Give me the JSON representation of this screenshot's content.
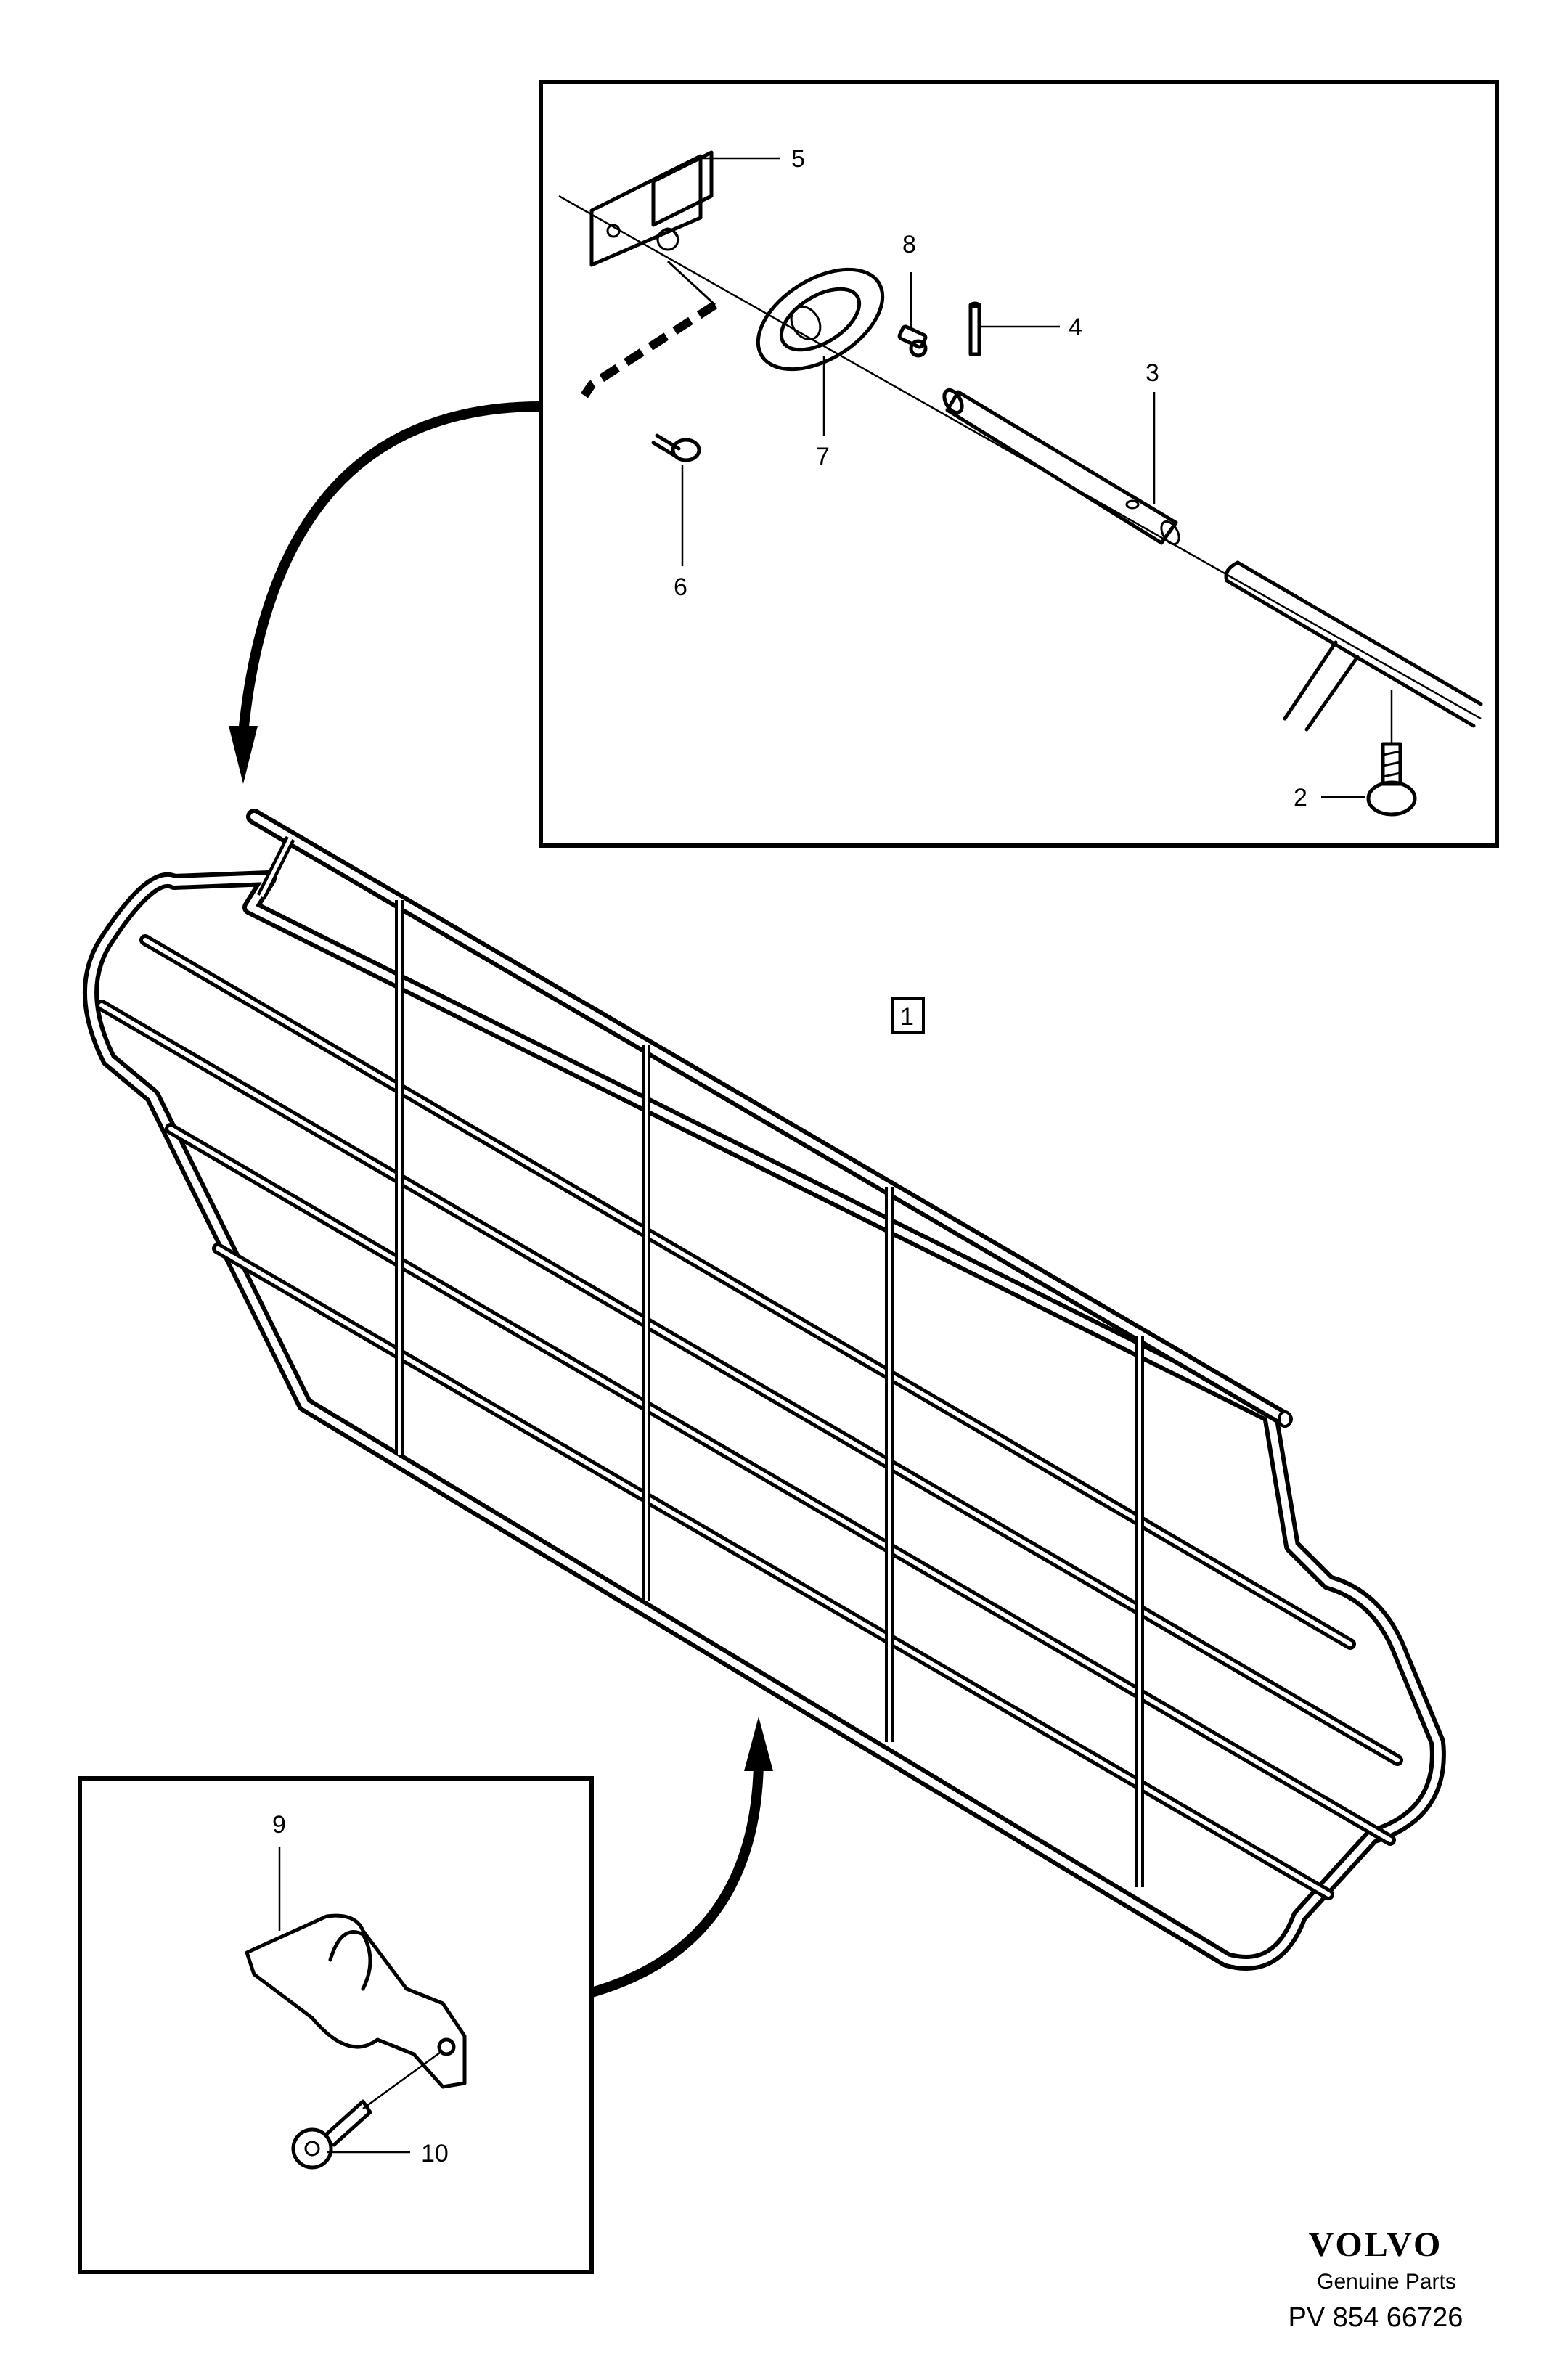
{
  "callouts": {
    "c1": "1",
    "c2": "2",
    "c3": "3",
    "c4": "4",
    "c5": "5",
    "c6": "6",
    "c7": "7",
    "c8": "8",
    "c9": "9",
    "c10": "10"
  },
  "branding": {
    "brand": "VOLVO",
    "tagline": "Genuine Parts",
    "code": "PV 854 66726"
  }
}
